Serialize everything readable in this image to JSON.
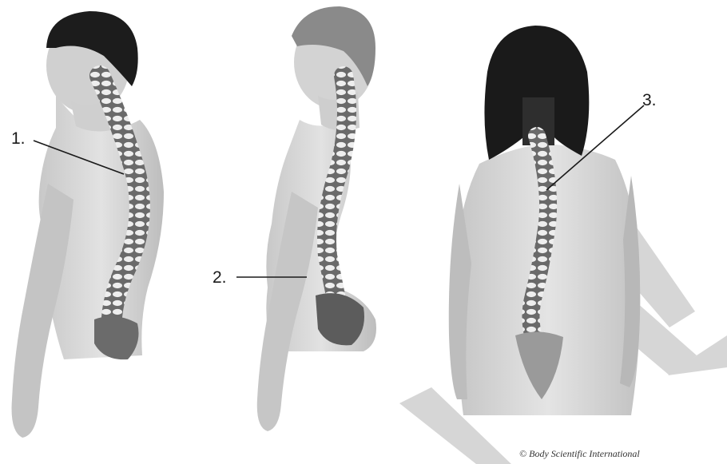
{
  "labels": {
    "figure1": "1.",
    "figure2": "2.",
    "figure3": "3."
  },
  "credit": "© Body Scientific International",
  "colors": {
    "hair_dark": "#1c1c1c",
    "hair_light": "#8a8a8a",
    "skin": "#d6d6d6",
    "skin_shadow": "#a9a9a9",
    "spine": "#efefef",
    "spine_shadow": "#4a4a4a",
    "watermark": "#d3d3d3",
    "leader_line": "#1a1a1a"
  }
}
